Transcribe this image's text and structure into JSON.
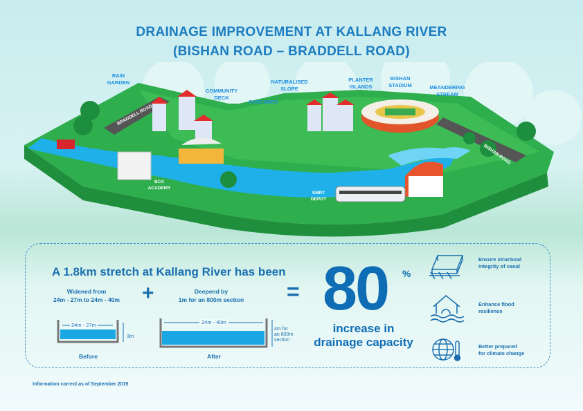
{
  "title": {
    "line1": "DRAINAGE IMPROVEMENT AT KALLANG RIVER",
    "line2": "(BISHAN ROAD – BRADDELL ROAD)"
  },
  "map_labels": {
    "rain_garden": [
      "RAIN",
      "GARDEN"
    ],
    "braddell_road": "BRADDELL ROAD",
    "community_deck": [
      "COMMUNITY",
      "DECK"
    ],
    "naturalised_slope": [
      "NATURALISED",
      "SLOPE"
    ],
    "cascades": "CASCADES",
    "planter_islands": [
      "PLANTER",
      "ISLANDS"
    ],
    "bishan_stadium": [
      "BISHAN",
      "STADIUM"
    ],
    "meandering_stream": [
      "MEANDERING",
      "STREAM"
    ],
    "bca_academy": [
      "BCA",
      "ACADEMY"
    ],
    "smrt_depot": [
      "SMRT",
      "DEPOT"
    ],
    "bishan_road": "BISHAN ROAD"
  },
  "summary": {
    "heading": "A 1.8km stretch at Kallang River has been",
    "widened": [
      "Widened from",
      "24m - 27m to 24m - 40m"
    ],
    "plus": "+",
    "deepened": [
      "Deepend by",
      "1m for an 800m section"
    ],
    "equals": "=",
    "before": {
      "width": "24m - 27m",
      "depth": "3m",
      "label": "Before"
    },
    "after": {
      "width": "24m - 40m",
      "depth": [
        "4m for",
        "an 800m",
        "section"
      ],
      "label": "After"
    },
    "big_number": "80",
    "percent": "%",
    "result": [
      "increase in",
      "drainage capacity"
    ]
  },
  "benefits": [
    {
      "icon": "canal-structure-icon",
      "text": [
        "Ensure structural",
        "integrity of canal"
      ]
    },
    {
      "icon": "flood-house-icon",
      "text": [
        "Enhance flood",
        "resilience"
      ]
    },
    {
      "icon": "globe-thermometer-icon",
      "text": [
        "Better prepared",
        "for climate change"
      ]
    }
  ],
  "footer": "Information correct as of September 2019",
  "colors": {
    "title": "#1b7cc0",
    "grass": "#2fae4e",
    "water": "#1fb0ea",
    "accent": "#0e6db5"
  }
}
